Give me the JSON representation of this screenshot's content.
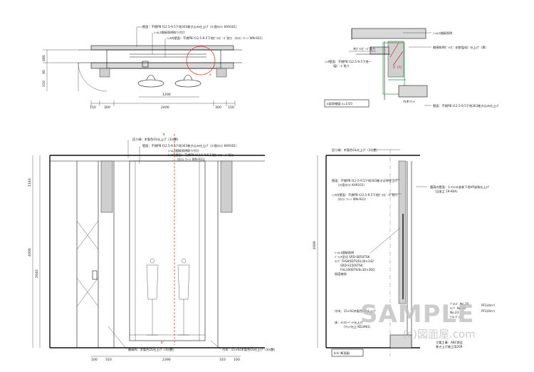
{
  "plan": {
    "dim_top": [
      "1200"
    ],
    "dim_bottom": [
      "150",
      "300",
      "2400",
      "300",
      "150"
    ],
    "dim_left": [
      "486",
      "90",
      "150"
    ],
    "callout_marker": "a",
    "notes": [
      "壁面：不燃PB t12.5-9.5下地303巻き込み仕上げ（川島ｾﾙｺﾝ KA9101）",
      "ｼｰﾑﾚｽ間接照明取り付け",
      "ﾆｯﾁ内壁面：不燃PB t12.5-9.5下地ｶﾞﾗｽﾋﾞｰｽﾞ貼り（ｾﾙｺﾝ ﾌｨｰﾉ WN-931）"
    ]
  },
  "detail_a": {
    "title": "a部詳細図  s=1/10",
    "notes": [
      "ｼｰﾑﾚｽ間接照明",
      "間接照明ﾎﾞｯｸｽ：化粧塩化ﾋﾞ仕上げ（黒）",
      "木ｶﾞﾗｽﾋﾞｰｽﾞ貼り",
      "ﾆｯﾁ壁面：不燃PB t12.5-9.5下地一",
      "塩ﾋﾞｰｽﾞ貼り",
      "巾木ｿｹｯﾄ",
      "壁面：不燃PB t12.5-9.5下地303巻き込み仕上げ"
    ],
    "marker": "ﾎﾞｯｸｽ"
  },
  "elevation": {
    "section_marker_top": "b",
    "section_marker_bottom": "b'",
    "dim_left": [
      "1140",
      "4000",
      "2640"
    ],
    "dim_bottom": [
      "100",
      "310",
      "2390",
      "310",
      "100"
    ],
    "notes": [
      "回り縁：木製色OL仕上げ（3分艶）",
      "壁面：不燃PB t12.5-9.5下地303巻き込み仕上げ（川島ｾﾙｺﾝ KA9101）",
      "ｼｰﾑﾚｽ間接照明取り付け",
      "ﾆｯﾁ内壁面：不燃PB t12.5-9.5下地ｶﾞﾗｽﾋﾞｰｽﾞ貼り",
      "（ｾﾙｺﾝ ﾌｨｰﾉ WN-931）"
    ],
    "bottom_notes": [
      "額縁枠：木製色OL仕上げ（3分艶）",
      "巾木：15×92木製色OL仕上げ（3分艶）"
    ]
  },
  "section_bb": {
    "title": "b-b' 断面図",
    "dim_left": [
      "4000"
    ],
    "notes": [
      "回り縁：木製色OL仕上げ（3分艶）",
      "壁面：不燃PB t12.5-9.5下地303巻き込み仕上げ",
      "（川島ｾﾙｺﾝ KA9101）",
      "ﾆｯﾁ内壁面：不燃PB t12.5-9.5下地ｶﾞﾗｽﾋﾞｰｽﾞ貼り",
      "（ｾﾙｺﾝ ﾌｨｰﾉ WN-931）",
      "腰高内壁面：1-ﾗｽﾄﾗﾙ塗装下地VP塗装仕上げ",
      "（日塗工 19-90A）",
      "ｼｰﾑﾚｽ間接照明",
      "ﾄﾞｲｯﾁ型式 SRD-SB50TSK",
      "ﾗﾝﾌﾟ FHS85DTS/EL30×142",
      "SRD-S150STSK",
      "FHL100DTS/EL30×36灯",
      "照度確保"
    ],
    "bottom_notes": [
      "巾木：15×92木製色OL仕上げ",
      "床：ﾀｲﾙｶｰﾍﾟｯﾄ仕上げ",
      "（ﾌﾗｯﾄ仕上 KD3961）"
    ],
    "legend": [
      "ﾌﾞﾛﾝｽﾞ No.20",
      "ﾗﾝﾌﾟ No.20",
      "No.23",
      "ﾄﾘﾑ ﾀﾞｯﾄ"
    ],
    "legend_values": [
      "PF2(4m²)",
      "PF3(4m²)"
    ],
    "maker_lines": [
      "主要工事：ABC商会",
      "巻き上げ施工用20R"
    ]
  },
  "watermark": {
    "main": "SAMPLE",
    "sub": "(c)図面屋.com"
  }
}
